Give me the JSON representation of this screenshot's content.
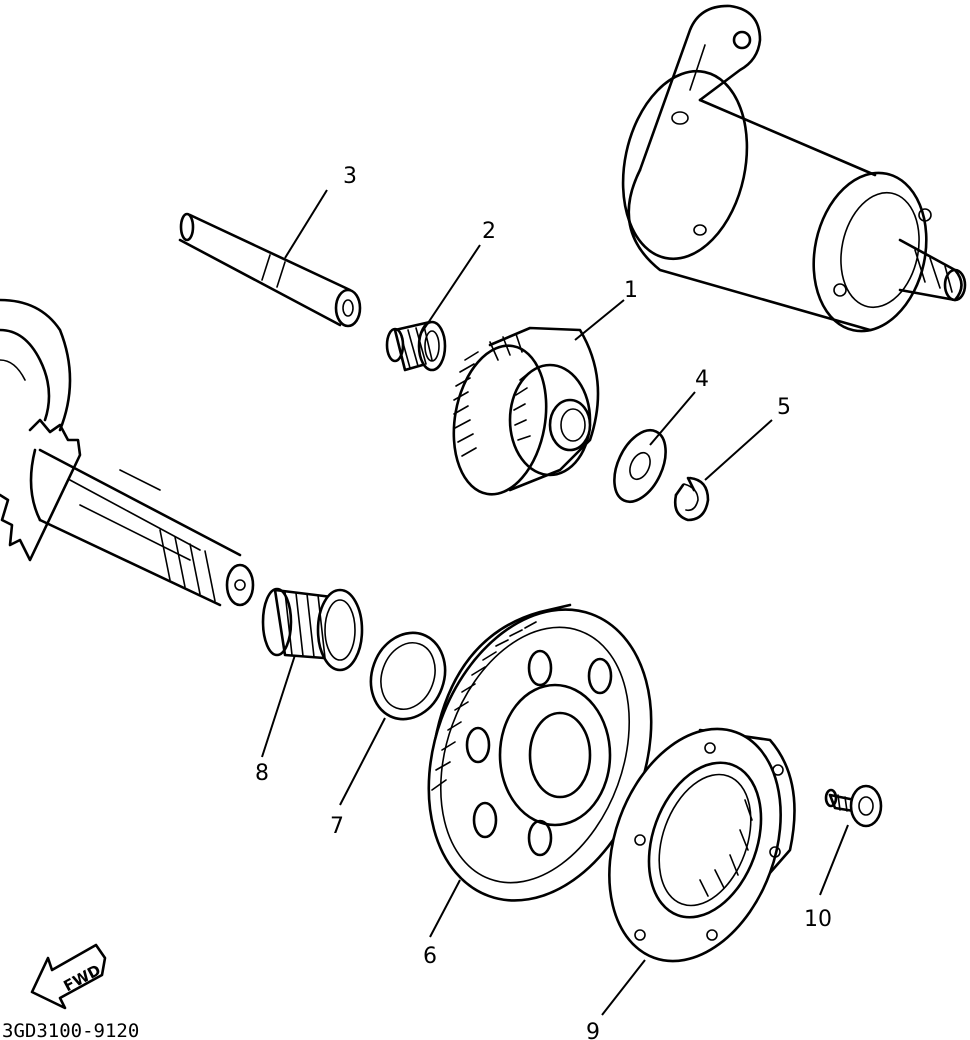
{
  "diagram_code": "3GD3100-9120",
  "fwd_label": "FWD",
  "callouts": {
    "c1": "1",
    "c2": "2",
    "c3": "3",
    "c4": "4",
    "c5": "5",
    "c6": "6",
    "c7": "7",
    "c8": "8",
    "c9": "9",
    "c10": "10"
  }
}
